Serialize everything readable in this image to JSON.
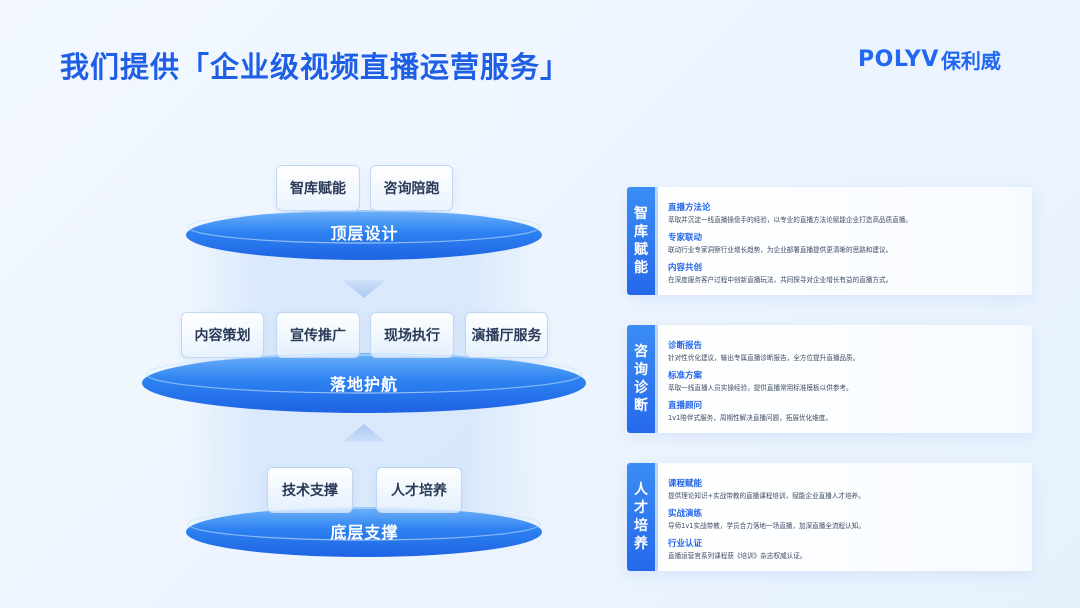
{
  "title": "我们提供「企业级视频直播运营服务」",
  "logo": {
    "en": "POLYV",
    "cn": "保利威"
  },
  "colors": {
    "accent": "#1f5fe6",
    "disc": "#2a7cf0",
    "card_side": "#2f78ef"
  },
  "diagram": {
    "top": {
      "label": "顶层设计",
      "pills": [
        "智库赋能",
        "咨询陪跑"
      ]
    },
    "middle": {
      "label": "落地护航",
      "pills": [
        "内容策划",
        "宣传推广",
        "现场执行",
        "演播厅服务"
      ]
    },
    "bottom": {
      "label": "底层支撑",
      "pills": [
        "技术支撑",
        "人才培养"
      ]
    }
  },
  "cards": [
    {
      "side": [
        "智",
        "库",
        "赋",
        "能"
      ],
      "items": [
        {
          "h": "直播方法论",
          "d": "萃取并沉淀一线直播操盘手的经验，以专业的直播方法论赋能企业打造高品质直播。"
        },
        {
          "h": "专家联动",
          "d": "联动行业专家洞察行业增长趋势，为企业部署直播提供更清晰的思路和建议。"
        },
        {
          "h": "内容共创",
          "d": "在深度服务客户过程中创新直播玩法，共同探寻对企业增长有益的直播方式。"
        }
      ]
    },
    {
      "side": [
        "咨",
        "询",
        "诊",
        "断"
      ],
      "items": [
        {
          "h": "诊断报告",
          "d": "针对性优化建议，输出专属直播诊断报告，全方位提升直播品质。"
        },
        {
          "h": "标准方案",
          "d": "萃取一线直播人员实操经验，提供直播常用标准模板以供参考。"
        },
        {
          "h": "直播顾问",
          "d": "1v1陪伴式服务，周期性解决直播问题，拓展优化维度。"
        }
      ]
    },
    {
      "side": [
        "人",
        "才",
        "培",
        "养"
      ],
      "items": [
        {
          "h": "课程赋能",
          "d": "提供理论知识+实战带教的直播课程培训，赋能企业直播人才培养。"
        },
        {
          "h": "实战演练",
          "d": "导师1v1实战带教，学员合力落地一场直播，加深直播全流程认知。"
        },
        {
          "h": "行业认证",
          "d": "直播运营官系列课程获《培训》杂志权威认证。"
        }
      ]
    }
  ]
}
